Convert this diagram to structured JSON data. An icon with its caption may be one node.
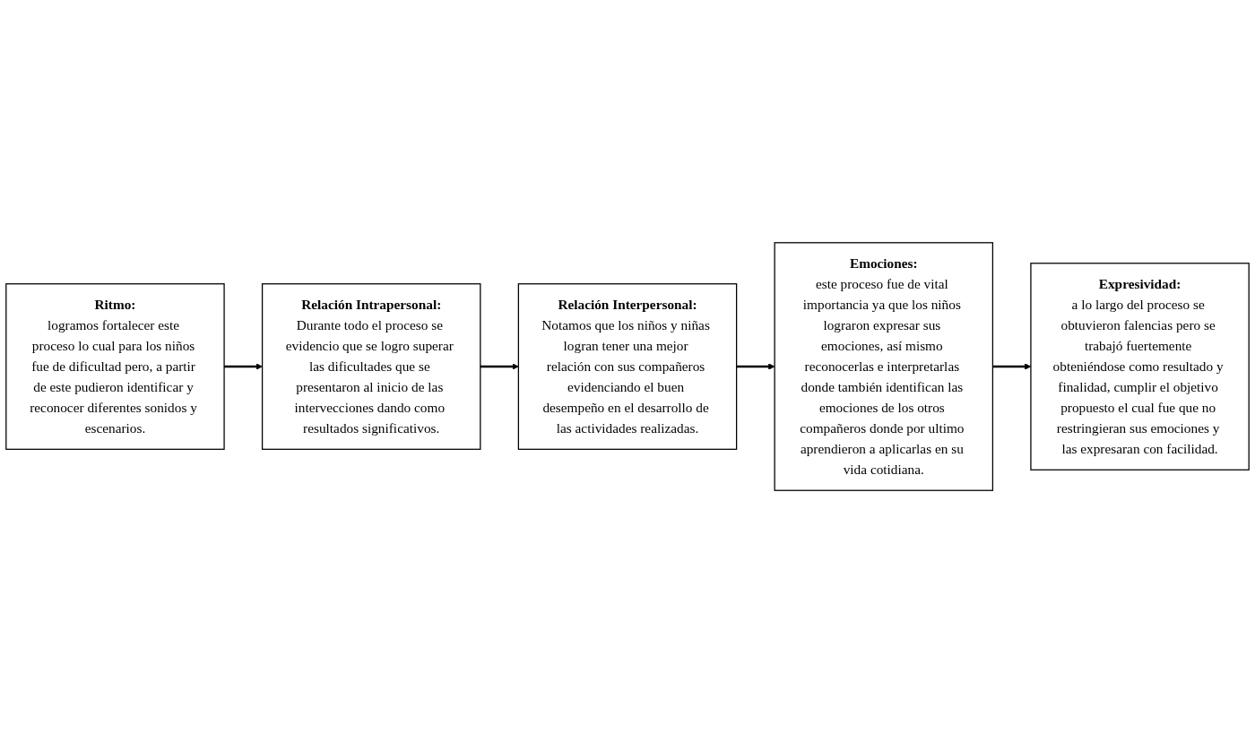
{
  "diagram": {
    "nodes": [
      {
        "text": [
          "Ritmo:",
          "logramos fortalecer este proceso lo cual para los niños fue de dificultad pero, a partir de este pudieron identificar y reconocer diferentes sonidos y escenarios."
        ]
      },
      {
        "text": [
          "Relación Intrapersonal:",
          "Durante todo el proceso se evidencio que se logro superar las dificultades que se presentaron al inicio de las intervecciones dando como resultados significativos."
        ]
      },
      {
        "text": [
          "Relación Interpersonal:",
          "Notamos que los niños y niñas logran tener una mejor relación con sus compañeros evidenciando el buen desempeño en el desarrollo de las actividades realizadas."
        ]
      },
      {
        "text": [
          "Expresividad:",
          "a lo largo del proceso se obtuvieron falencias pero se trabajó fuertemente obteniéndose como resultado y finalidad, cumplir el objetivo propuesto el cual fue que no restringieran sus emociones y las expresaran con facilidad."
        ]
      },
      {
        "text": [
          "Emociones:",
          "este proceso fue de vital importancia ya que los niños lograron expresar sus emociones, así mismo reconocerlas e interpretarlas donde también identifican las emociones de los otros compañeros donde por ultimo aprendieron a aplicarlas en su vida cotidiana."
        ]
      }
    ],
    "edges": [
      {
        "from": 0,
        "to": 1,
        "arrow": "to"
      },
      {
        "from": 1,
        "to": 2,
        "arrow": "to"
      },
      {
        "from": 2,
        "to": 4,
        "arrow": "to"
      },
      {
        "from": 4,
        "to": 3,
        "arrow": "to"
      }
    ]
  }
}
